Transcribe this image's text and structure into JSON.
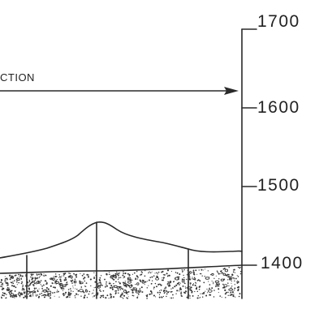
{
  "diagram": {
    "direction_label": "CTION",
    "elevation_axis": {
      "ticks": [
        1700,
        1600,
        1500,
        1400
      ]
    }
  }
}
